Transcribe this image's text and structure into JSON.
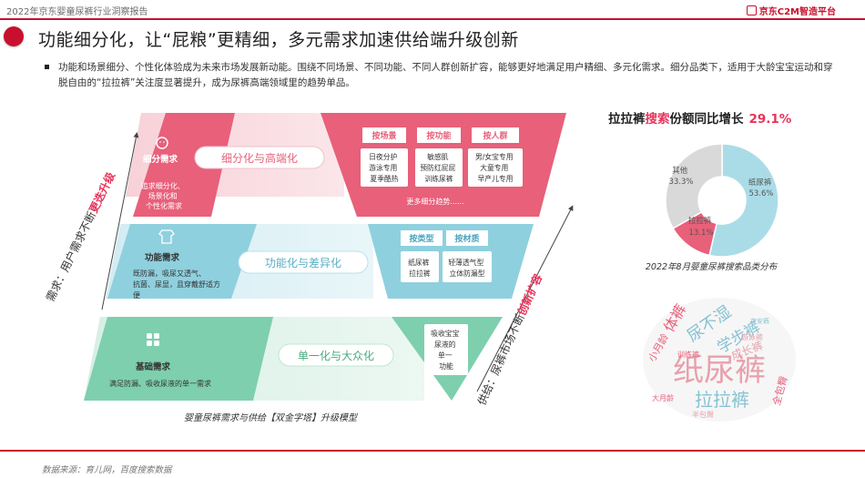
{
  "header": {
    "report_title": "2022年京东婴童尿裤行业洞察报告",
    "brand": "京东C2M智造平台"
  },
  "title": "功能细分化，让“屁粮”更精细，多元需求加速供给端升级创新",
  "description": "功能和场景细分、个性化体验成为未来市场发展新动能。围绕不同场景、不同功能、不同人群创新扩容，能够更好地满足用户精细、多元化需求。细分品类下，适用于大龄宝宝运动和穿脱自由的“拉拉裤”关注度显著提升，成为尿裤高端领域里的趋势单品。",
  "model": {
    "left_arrow_label": "需求：用户需求不断",
    "left_arrow_highlight": "更迭升级",
    "right_arrow_label": "供给：尿裤市场不断",
    "right_arrow_highlight": "创新扩容",
    "caption": "婴童尿裤需求与供给【双金字塔】升级模型",
    "tiers": [
      {
        "need_title": "细分需求",
        "need_desc": [
          "追求细分化、",
          "场景化和",
          "个性化需求"
        ],
        "band_label": "细分化与高端化",
        "supply_tags": [
          "按场景",
          "按功能",
          "按人群"
        ],
        "supply_items": [
          [
            "日夜分护",
            "游泳专用",
            "夏季酷热"
          ],
          [
            "敏感肌",
            "预防红屁屁",
            "训练尿裤"
          ],
          [
            "男/女宝专用",
            "大童专用",
            "早产儿专用"
          ]
        ],
        "more": "更多细分趋势......"
      },
      {
        "need_title": "功能需求",
        "need_desc": [
          "既防漏，吸尿又透气、",
          "抗菌、尿显，且穿戴舒适方",
          "便"
        ],
        "band_label": "功能化与差异化",
        "supply_tags": [
          "按类型",
          "按材质"
        ],
        "supply_items": [
          [
            "纸尿裤",
            "拉拉裤"
          ],
          [
            "轻薄透气型",
            "立体防漏型"
          ]
        ]
      },
      {
        "need_title": "基础需求",
        "need_desc": [
          "满足防漏、吸收尿液的单一需求"
        ],
        "band_label": "单一化与大众化",
        "supply_text": [
          "吸收宝宝",
          "尿液的",
          "单一",
          "功能"
        ]
      }
    ]
  },
  "stat": {
    "prefix": "拉拉裤",
    "highlight": "搜索",
    "suffix": "份额同比增长",
    "value": "29.1%"
  },
  "chart_data": {
    "type": "pie",
    "title": "2022年8月婴童尿裤搜索品类分布",
    "labels": [
      "纸尿裤",
      "拉拉裤",
      "其他"
    ],
    "values": [
      53.6,
      13.1,
      33.3
    ],
    "value_labels": [
      "53.6%",
      "13.1%",
      "33.3%"
    ],
    "colors": [
      "#aadce8",
      "#e8607a",
      "#d9d9d9"
    ]
  },
  "wordcloud": [
    {
      "text": "纸尿裤",
      "color": "#e8a0ac"
    },
    {
      "text": "拉拉裤",
      "color": "#86c3d3"
    },
    {
      "text": "尿不湿",
      "color": "#86c3d3"
    },
    {
      "text": "学步裤",
      "color": "#86c3d3"
    },
    {
      "text": "成长裤",
      "color": "#e8a0ac"
    },
    {
      "text": "体裤",
      "color": "#e8607a"
    },
    {
      "text": "小月龄",
      "color": "#e8607a"
    },
    {
      "text": "训练裤",
      "color": "#e8607a"
    },
    {
      "text": "游泳裤",
      "color": "#e8a0ac"
    },
    {
      "text": "大月龄",
      "color": "#e8607a"
    },
    {
      "text": "全包臀",
      "color": "#e8607a"
    },
    {
      "text": "半包臀",
      "color": "#e8a0ac"
    },
    {
      "text": "夜安裤",
      "color": "#86c3d3"
    }
  ],
  "footer": {
    "source": "数据来源：育儿网，百度搜索数据"
  }
}
